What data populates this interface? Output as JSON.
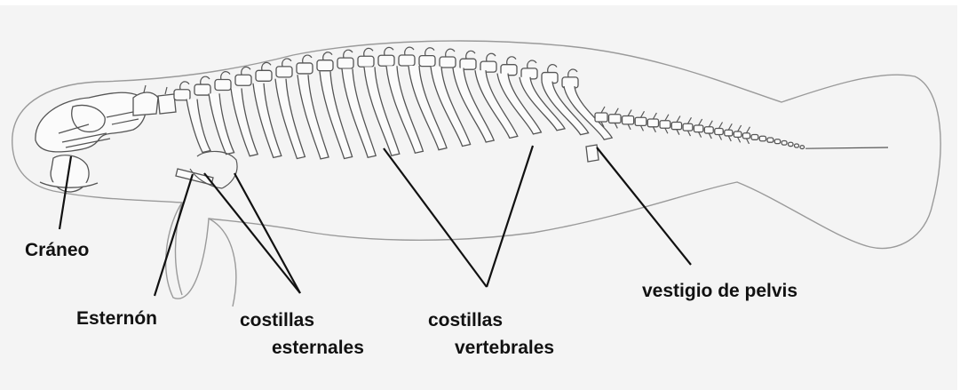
{
  "labels": {
    "skull": "Cráneo",
    "sternum": "Esternón",
    "sternal_ribs": [
      "costillas",
      "esternales"
    ],
    "vertebral_ribs": [
      "costillas",
      "vertebrales"
    ],
    "pelvis": "vestigio de pelvis"
  },
  "colors": {
    "background": "#f4f4f4",
    "outline": "#9a9a9a",
    "bone": "#555555",
    "leader": "#111111",
    "text": "#111111"
  }
}
